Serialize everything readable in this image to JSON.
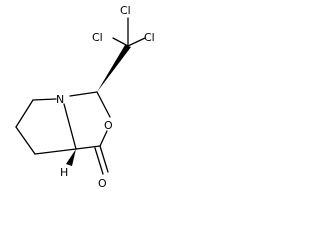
{
  "molecule": {
    "atoms": {
      "cl_top": "Cl",
      "cl_left": "Cl",
      "cl_right": "Cl",
      "nitrogen": "N",
      "ring_oxygen": "O",
      "carbonyl_oxygen": "O",
      "hydrogen": "H"
    }
  }
}
